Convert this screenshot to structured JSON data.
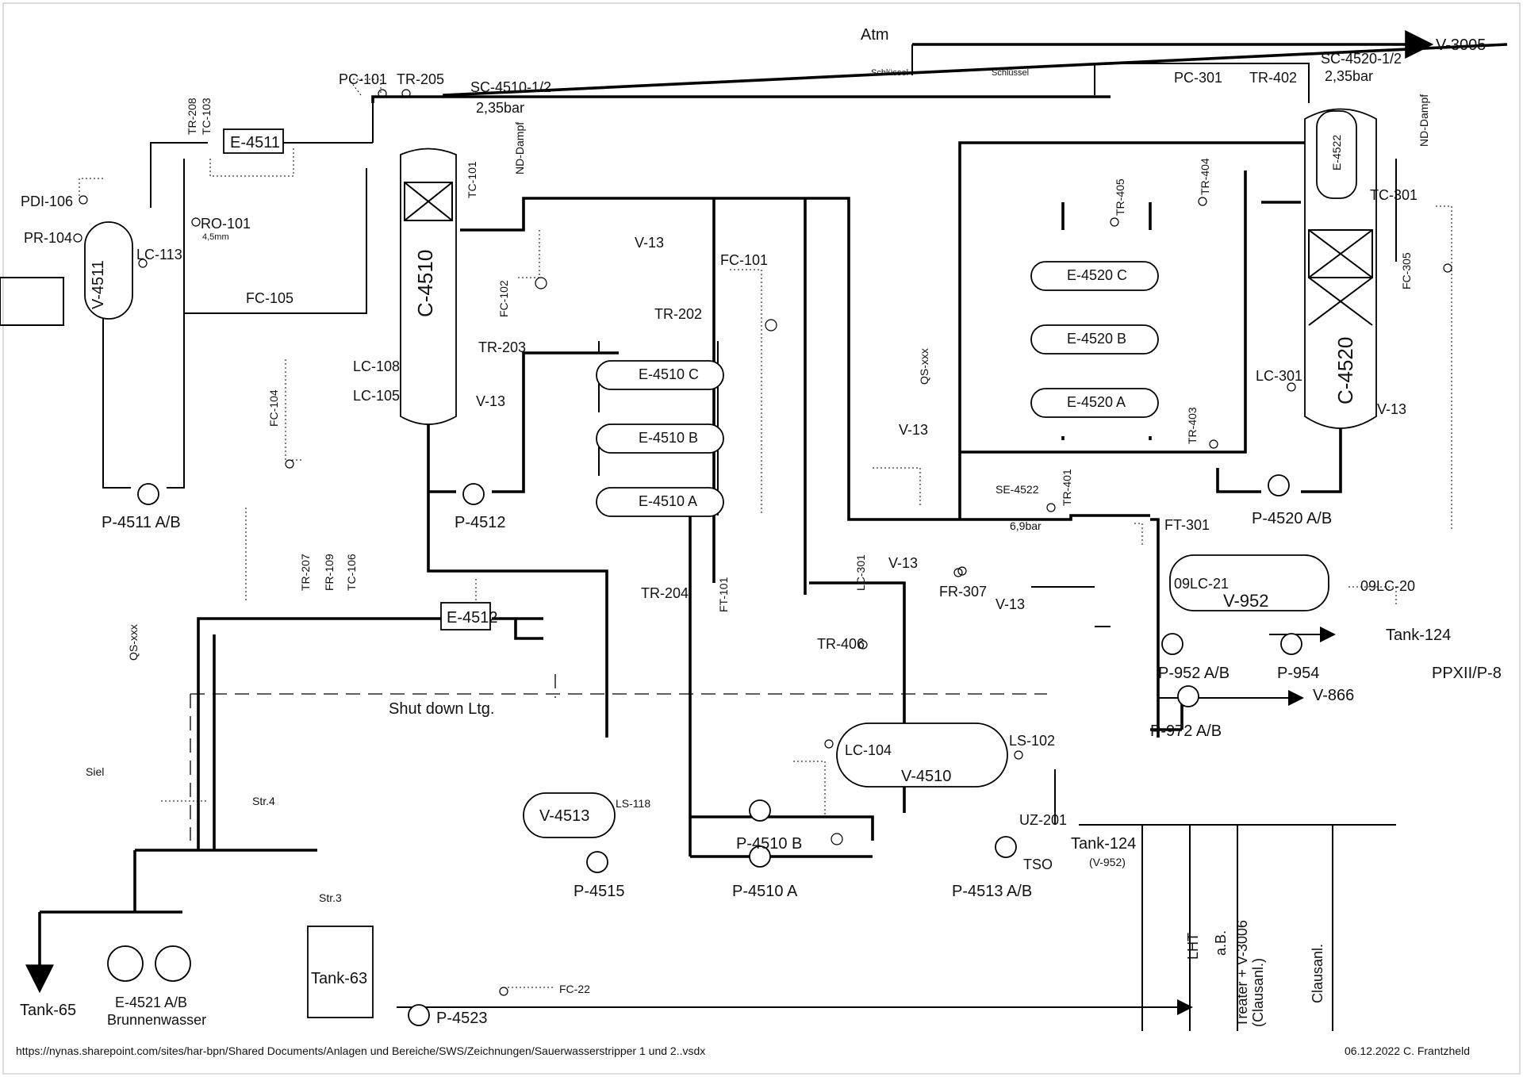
{
  "equipment": {
    "v4511": "V-4511",
    "c4510": "C-4510",
    "c4520": "C-4520",
    "e4511": "E-4511",
    "e4510a": "E-4510 A",
    "e4510b": "E-4510 B",
    "e4510c": "E-4510 C",
    "e4520a": "E-4520 A",
    "e4520b": "E-4520 B",
    "e4520c": "E-4520 C",
    "e4512": "E-4512",
    "e4522": "E-4522",
    "v4510": "V-4510",
    "v4513": "V-4513",
    "v952": "V-952",
    "tank63": "Tank-63",
    "p4511": "P-4511 A/B",
    "p4512": "P-4512",
    "p4520": "P-4520 A/B",
    "p4510a": "P-4510 A",
    "p4510b": "P-4510 B",
    "p4513": "P-4513 A/B",
    "p4515": "P-4515",
    "p4523": "P-4523",
    "p952": "P-952 A/B",
    "p954": "P-954",
    "p972": "P-972 A/B",
    "e4521": "E-4521 A/B",
    "e4521_sub": "Brunnenwasser"
  },
  "instruments": {
    "pdi106": "PDI-106",
    "pr104": "PR-104",
    "lc113": "LC-113",
    "tr208": "TR-208",
    "tc103": "TC-103",
    "ro101": "RO-101",
    "ro101_size": "4,5mm",
    "fc105": "FC-105",
    "pc101": "PC-101",
    "tr205": "TR-205",
    "sc4510": "SC-4510-1/2",
    "sc4510_p": "2,35bar",
    "tc101": "TC-101",
    "fc102": "FC-102",
    "lc108": "LC-108",
    "lc105": "LC-105",
    "fc104": "FC-104",
    "tr203": "TR-203",
    "tr202": "TR-202",
    "fc101": "FC-101",
    "ft101": "FT-101",
    "tr204": "TR-204",
    "tr207": "TR-207",
    "fr109": "FR-109",
    "tc106": "TC-106",
    "lc301": "LC-301",
    "fr307": "FR-307",
    "tr406": "TR-406",
    "se4522": "SE-4522",
    "se4522_p": "6,9bar",
    "tr401": "TR-401",
    "ft301": "FT-301",
    "pc301": "PC-301",
    "tr402": "TR-402",
    "sc4520": "SC-4520-1/2",
    "sc4520_p": "2,35bar",
    "tr405": "TR-405",
    "tr404": "TR-404",
    "tr403": "TR-403",
    "tc301": "TC-301",
    "fc305": "FC-305",
    "lc301b": "LC-301",
    "lc104": "LC-104",
    "ls102": "LS-102",
    "ls118": "LS-118",
    "uz201": "UZ-201",
    "tso": "TSO",
    "lc21": "09LC-21",
    "lc20": "09LC-20",
    "fc22": "FC-22",
    "qs1": "QS-xxx",
    "qs2": "QS-xxx",
    "str3": "Str.3",
    "str4": "Str.4"
  },
  "streams": {
    "atm": "Atm",
    "v3005": "V-3005",
    "schluessel1": "Schlüssel",
    "schluessel2": "Schlüssel",
    "nd1": "ND-Dampf",
    "nd2": "ND-Dampf",
    "v13a": "V-13",
    "v13b": "V-13",
    "v13c": "V-13",
    "v13d": "V-13",
    "v13e": "V-13",
    "v13f": "V-13",
    "tank124a": "Tank-124",
    "tank124b": "Tank-124",
    "tank124b_sub": "(V-952)",
    "ppxii": "PPXII/P-8",
    "v866": "V-866",
    "tank65": "Tank-65",
    "siel": "Siel",
    "shutdown": "Shut down Ltg.",
    "lht": "LHT",
    "ab": "a.B.",
    "treater": "Treater + V-3006",
    "treater_sub": "(Clausanl.)",
    "clausanl": "Clausanl."
  },
  "footer": {
    "path": "https://nynas.sharepoint.com/sites/har-bpn/Shared Documents/Anlagen und Bereiche/SWS/Zeichnungen/Sauerwasserstripper 1 und 2..vsdx",
    "date": "06.12.2022 C. Frantzheld"
  }
}
